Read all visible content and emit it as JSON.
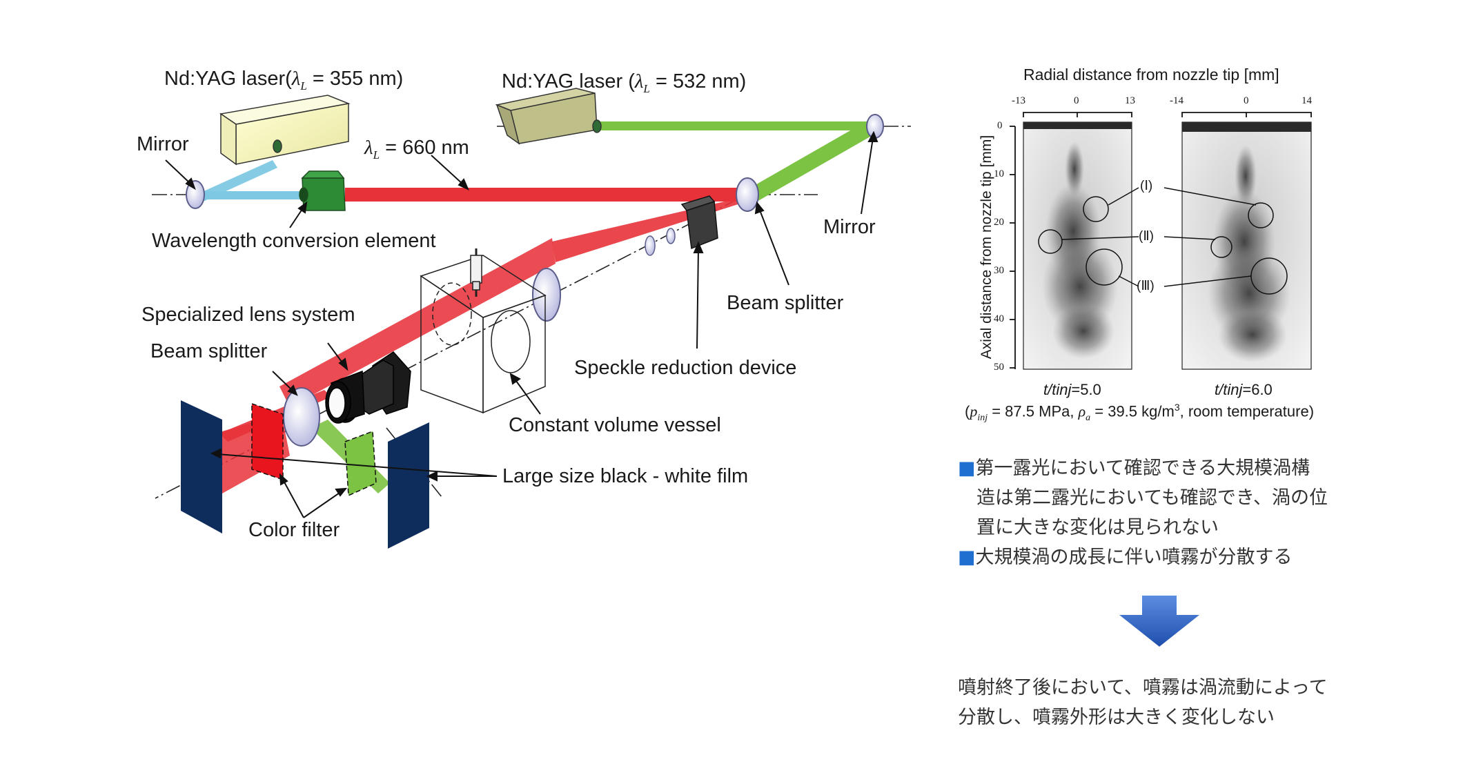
{
  "diagram": {
    "labels": {
      "laser355": "Nd:YAG laser(",
      "laser355_lambda": "λ",
      "laser355_sub": "L",
      "laser355_end": " = 355 nm)",
      "laser532": "Nd:YAG laser (",
      "laser532_lambda": "λ",
      "laser532_sub": "L",
      "laser532_end": " = 532 nm)",
      "lambda660_lambda": "λ",
      "lambda660_sub": "L",
      "lambda660_end": " = 660 nm",
      "mirror_left": "Mirror",
      "mirror_right": "Mirror",
      "wavelength_element": "Wavelength conversion element",
      "beam_splitter_right": "Beam splitter",
      "beam_splitter_left": "Beam splitter",
      "specialized_lens": "Specialized lens system",
      "speckle": "Speckle reduction device",
      "vessel": "Constant volume vessel",
      "film": "Large size black - white film",
      "color_filter": "Color filter"
    },
    "colors": {
      "blue_beam": "#7ec8e3",
      "red_beam": "#e8323a",
      "green_beam": "#7cc243",
      "panel": "#0f2d5c"
    }
  },
  "figure": {
    "title_top": "Radial distance from nozzle tip [mm]",
    "ylabel": "Axial distance from nozzle tip [mm]",
    "left_ticks": [
      "-13",
      "0",
      "13"
    ],
    "right_ticks": [
      "-14",
      "0",
      "14"
    ],
    "y_ticks": [
      "0",
      "10",
      "20",
      "30",
      "40",
      "50"
    ],
    "markers": [
      "(Ⅰ)",
      "(Ⅱ)",
      "(Ⅲ)"
    ],
    "caption_left_var": "t/tinj",
    "caption_left_val": "=5.0",
    "caption_right_var": "t/tinj",
    "caption_right_val": "=6.0",
    "conditions": {
      "p": "p",
      "p_sub": "inj",
      "p_val": " = 87.5 MPa, ",
      "rho": "ρ",
      "rho_sub": "a",
      "rho_val": " = 39.5 kg/m",
      "rho_sup": "3",
      "rest": ", room temperature)"
    }
  },
  "notes": {
    "square": "■",
    "bullet1_line1": "第一露光において確認できる大規模渦構",
    "bullet1_line2": "造は第二露光においても確認でき、渦の位",
    "bullet1_line3": "置に大きな変化は見られない",
    "bullet2": "大規模渦の成長に伴い噴霧が分散する",
    "conclusion_line1": "噴射終了後において、噴霧は渦流動によって",
    "conclusion_line2": "分散し、噴霧外形は大きく変化しない",
    "arrow_color": "#2a5fc1"
  }
}
